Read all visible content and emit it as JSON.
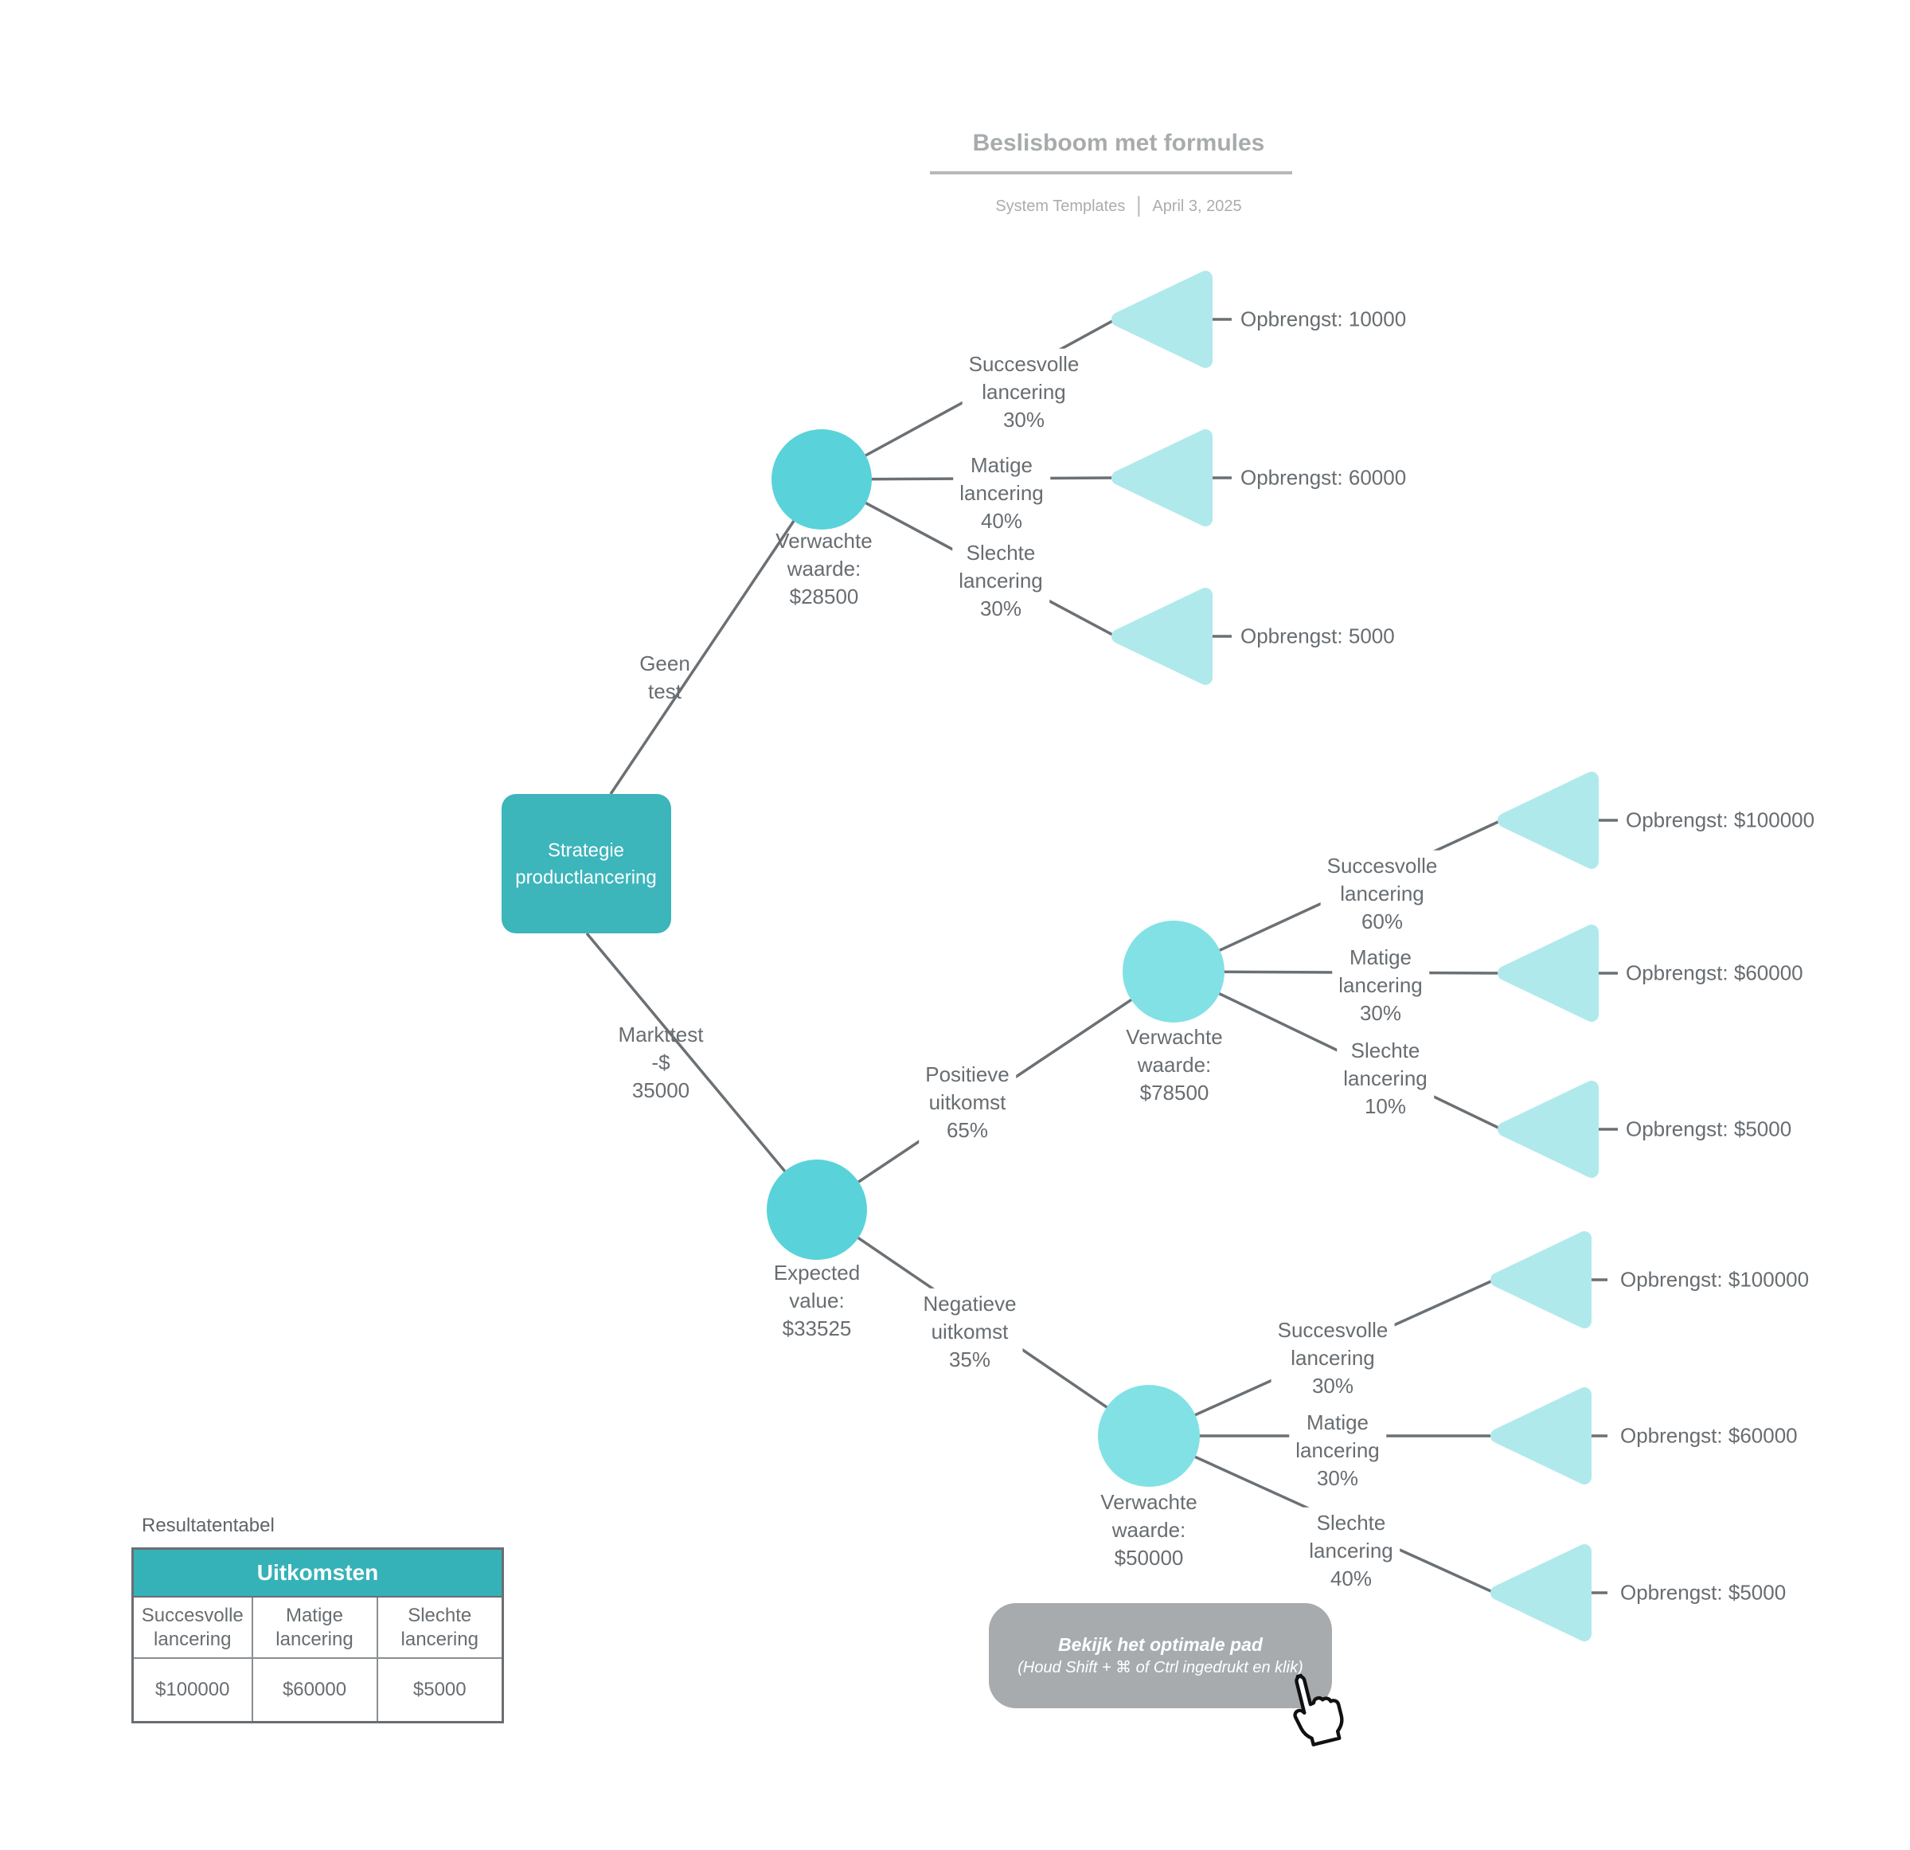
{
  "header": {
    "title": "Beslisboom met formules",
    "author": "System Templates",
    "date": "April 3, 2025"
  },
  "root_node": {
    "label": [
      "Strategie",
      "productlancering"
    ]
  },
  "edge_labels": {
    "geen_test": [
      "Geen",
      "test"
    ],
    "markttest": [
      "Markttest",
      "-$",
      "35000"
    ],
    "positief": [
      "Positieve",
      "uitkomst",
      "65%"
    ],
    "negatief": [
      "Negatieve",
      "uitkomst",
      "35%"
    ]
  },
  "node_labels": {
    "geen_test_ev": [
      "Verwachte",
      "waarde:",
      "$28500"
    ],
    "markttest_ev": [
      "Expected",
      "value:",
      "$33525"
    ],
    "positief_ev": [
      "Verwachte",
      "waarde:",
      "$78500"
    ],
    "negatief_ev": [
      "Verwachte",
      "waarde:",
      "$50000"
    ]
  },
  "branch_labels": {
    "top": [
      [
        "Succesvolle",
        "lancering",
        "30%"
      ],
      [
        "Matige",
        "lancering",
        "40%"
      ],
      [
        "Slechte",
        "lancering",
        "30%"
      ]
    ],
    "mid": [
      [
        "Succesvolle",
        "lancering",
        "60%"
      ],
      [
        "Matige",
        "lancering",
        "30%"
      ],
      [
        "Slechte",
        "lancering",
        "10%"
      ]
    ],
    "bottom": [
      [
        "Succesvolle",
        "lancering",
        "30%"
      ],
      [
        "Matige",
        "lancering",
        "30%"
      ],
      [
        "Slechte",
        "lancering",
        "40%"
      ]
    ]
  },
  "outcome_labels": {
    "top": [
      "Opbrengst: 10000",
      "Opbrengst: 60000",
      "Opbrengst: 5000"
    ],
    "mid": [
      "Opbrengst: $100000",
      "Opbrengst: $60000",
      "Opbrengst: $5000"
    ],
    "bottom": [
      "Opbrengst: $100000",
      "Opbrengst: $60000",
      "Opbrengst: $5000"
    ]
  },
  "results_table": {
    "label": "Resultatentabel",
    "header": "Uitkomsten",
    "columns": [
      "Succesvolle lancering",
      "Matige lancering",
      "Slechte lancering"
    ],
    "values": [
      "$100000",
      "$60000",
      "$5000"
    ]
  },
  "cta_button": {
    "line1": "Bekijk het optimale pad",
    "line2": "(Houd Shift + ⌘ of Ctrl ingedrukt en klik)"
  },
  "colors": {
    "root_fill": "#3cb5bb",
    "chance_fill": "#59d3d9",
    "endpoint_chance_fill": "#82e1e4",
    "triangle_fill": "#b0e9ec",
    "edge_stroke": "#6b7074",
    "label_text": "#686d71",
    "title_text": "#a8abad",
    "table_header_fill": "#35b2b8",
    "button_fill": "#a7abae"
  }
}
